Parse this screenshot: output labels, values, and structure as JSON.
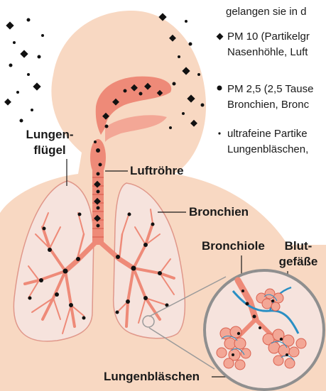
{
  "text_block": {
    "intro": "gelangen sie in d",
    "items": [
      {
        "bullet_icon": "diamond-bullet",
        "line1": "PM 10 (Partikelgr",
        "line2": "Nasenhöhle, Luft"
      },
      {
        "bullet_icon": "dot-bullet",
        "line1": "PM 2,5 (2,5 Tause",
        "line2": "Bronchien, Bronc"
      },
      {
        "bullet_icon": "small-dot-bullet",
        "line1": "ultrafeine Partike",
        "line2": "Lungenbläschen,"
      }
    ]
  },
  "labels": {
    "lungenfluegel_1": "Lungen-",
    "lungenfluegel_2": "flügel",
    "luftroehre": "Luftröhre",
    "bronchien": "Bronchien",
    "bronchiole": "Bronchiole",
    "blutgefaesse_1": "Blut-",
    "blutgefaesse_2": "gefäße",
    "lungenblaeschen": "Lungenbläschen"
  },
  "colors": {
    "skin": "#f8d8c2",
    "lung_fill": "#f6e3dd",
    "lung_outline": "#e0978a",
    "airway": "#ee8a78",
    "airway_dark": "#d9604f",
    "particle": "#111111",
    "vessel_blue": "#2a8fc4",
    "magnifier": "#9a9a9a"
  }
}
